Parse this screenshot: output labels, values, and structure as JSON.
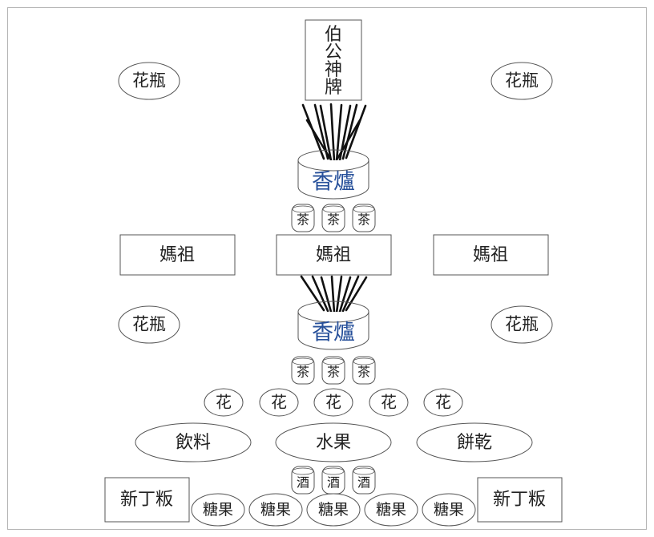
{
  "tablet": {
    "chars": [
      "伯",
      "公",
      "神",
      "牌"
    ]
  },
  "vase_label": "花瓶",
  "incense_burner_label": "香爐",
  "tea_label": "茶",
  "deity_label": "媽祖",
  "flower_label": "花",
  "drink_label": "飲料",
  "fruit_label": "水果",
  "biscuit_label": "餅乾",
  "wine_label": "酒",
  "new_ding_label": "新丁粄",
  "candy_label": "糖果",
  "colors": {
    "line": "#555555",
    "text": "#222222",
    "burner_text": "#27509a"
  }
}
